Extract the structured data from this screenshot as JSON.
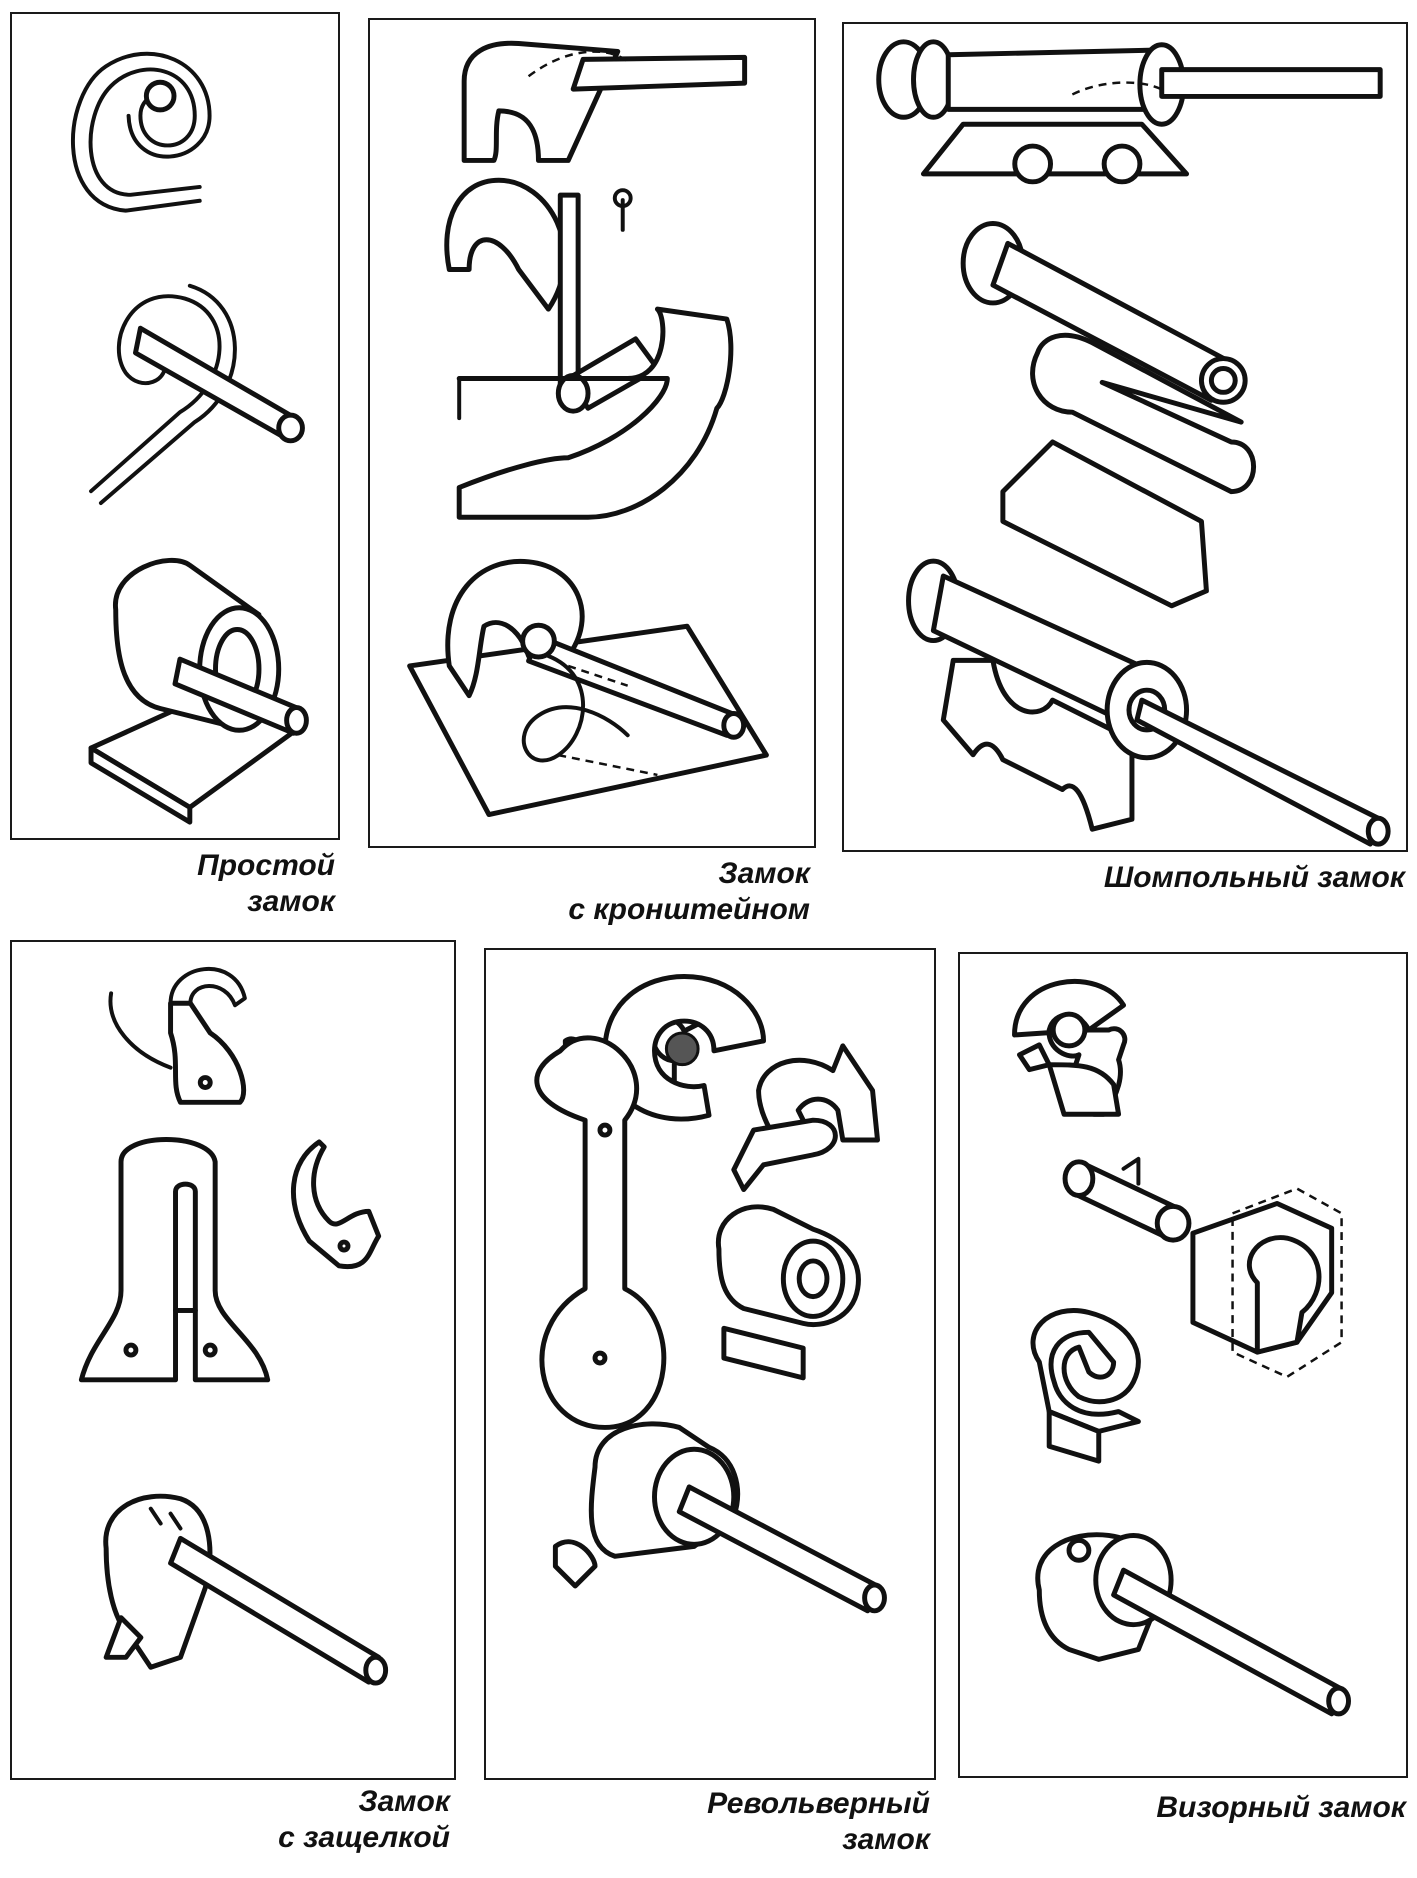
{
  "panels": [
    {
      "id": "simple",
      "caption_lines": [
        "Простой",
        "замок"
      ]
    },
    {
      "id": "bracket",
      "caption_lines": [
        "Замок",
        "с кронштейном"
      ]
    },
    {
      "id": "ramrod",
      "caption_lines": [
        "Шомпольный замок"
      ]
    },
    {
      "id": "latch",
      "caption_lines": [
        "Замок",
        "с защелкой"
      ]
    },
    {
      "id": "revolver",
      "caption_lines": [
        "Револьверный",
        "замок"
      ]
    },
    {
      "id": "visor",
      "caption_lines": [
        "Визорный замок"
      ]
    }
  ],
  "colors": {
    "ink": "#111111",
    "paper": "#ffffff"
  }
}
